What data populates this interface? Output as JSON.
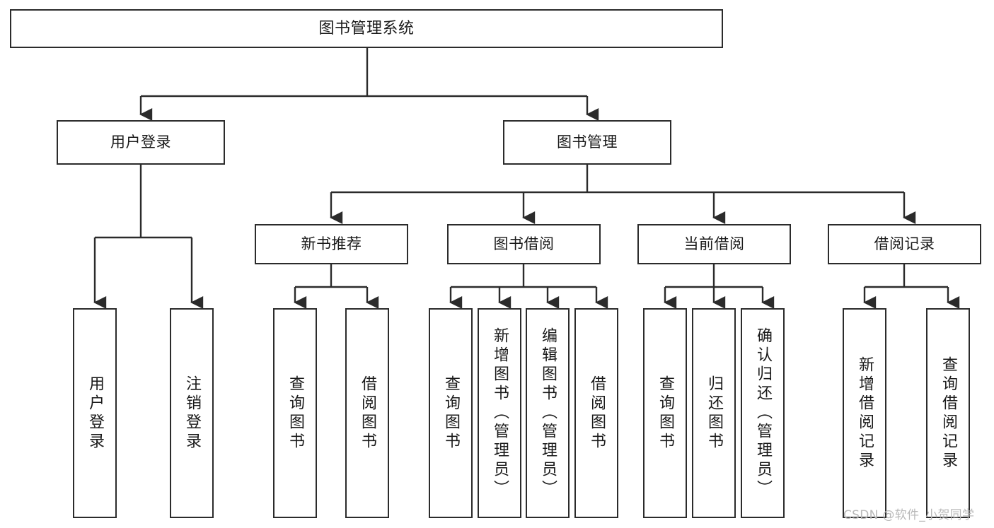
{
  "diagram": {
    "type": "tree",
    "title": "图书管理系统",
    "orientation": "top-down",
    "colors": {
      "box_border": "#2b2b2b",
      "box_fill": "#ffffff",
      "edge": "#2b2b2b",
      "text": "#1a1a1a",
      "watermark": "#b9b9b9",
      "background": "#ffffff"
    },
    "root": {
      "label": "图书管理系统"
    },
    "level2": [
      {
        "label": "用户登录"
      },
      {
        "label": "图书管理"
      }
    ],
    "level3": [
      {
        "label": "新书推荐"
      },
      {
        "label": "图书借阅"
      },
      {
        "label": "当前借阅"
      },
      {
        "label": "借阅记录"
      }
    ],
    "leaves": {
      "user_login": [
        {
          "label": "用户登录"
        },
        {
          "label": "注销登录"
        }
      ],
      "new_book_recommend": [
        {
          "label": "查询图书"
        },
        {
          "label": "借阅图书"
        }
      ],
      "book_borrow": [
        {
          "label": "查询图书"
        },
        {
          "label": "新增图书（管理员）"
        },
        {
          "label": "编辑图书（管理员）"
        },
        {
          "label": "借阅图书"
        }
      ],
      "current_borrow": [
        {
          "label": "查询图书"
        },
        {
          "label": "归还图书"
        },
        {
          "label": "确认归还（管理员）"
        }
      ],
      "borrow_record": [
        {
          "label": "新增借阅记录"
        },
        {
          "label": "查询借阅记录"
        }
      ]
    },
    "watermark": "CSDN @软件_小贺同学"
  }
}
